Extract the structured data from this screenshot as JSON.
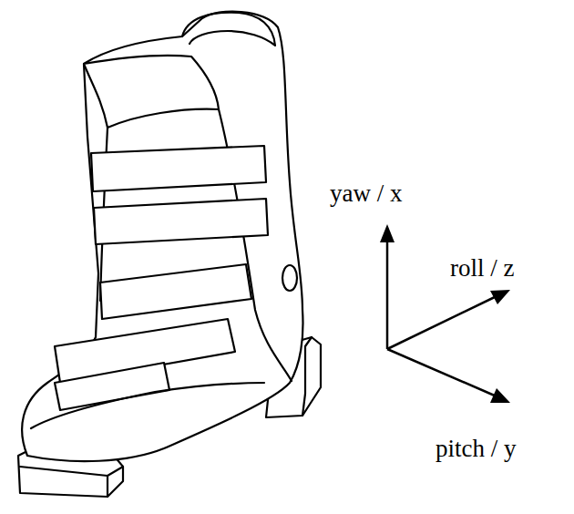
{
  "diagram": {
    "labels": [
      "yaw / x",
      "roll / z",
      "pitch / y"
    ]
  }
}
